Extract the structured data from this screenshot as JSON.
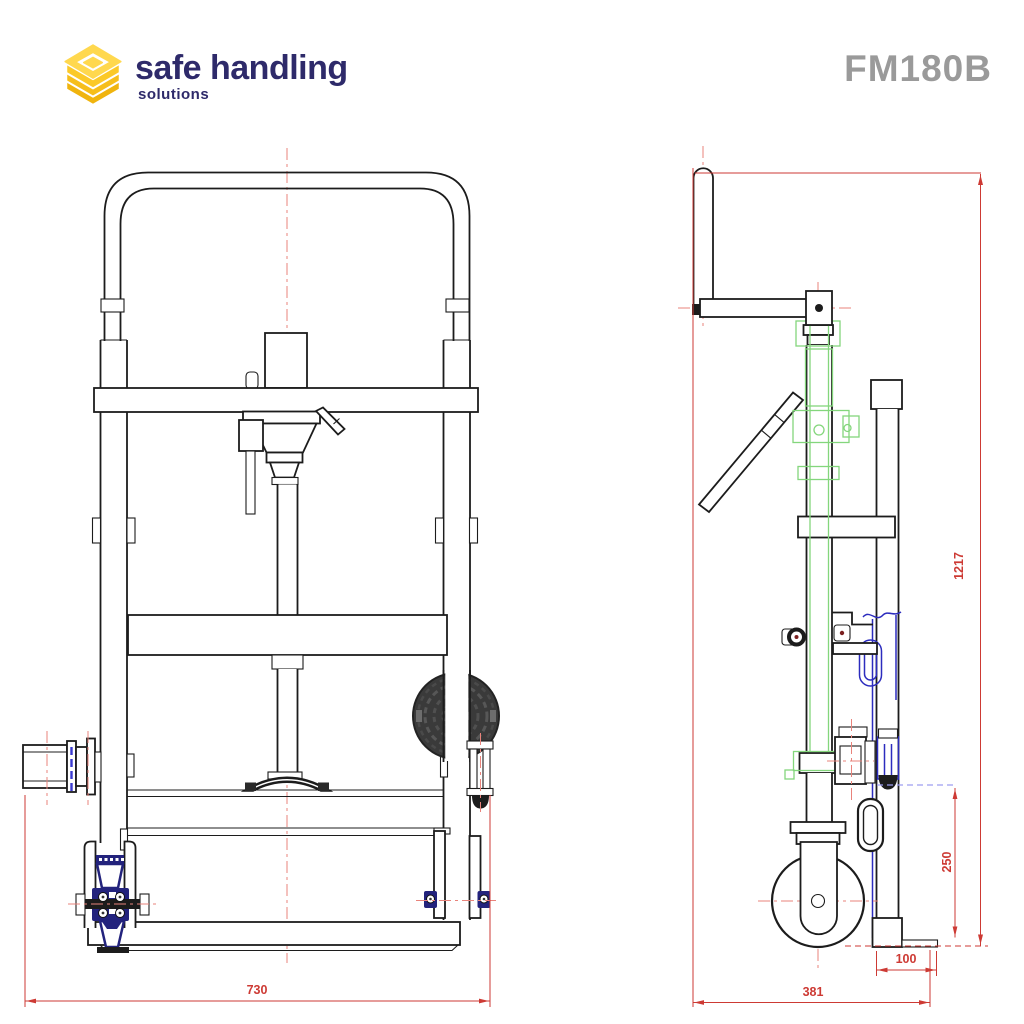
{
  "header": {
    "brand_primary": "safe handling",
    "brand_secondary": "solutions",
    "brand_text_color": "#2E2A6A",
    "brand_icon_color": "#F6BE1B",
    "model_code": "FM180B",
    "model_color": "#9A9A9A"
  },
  "dims": {
    "front_width": "730",
    "overall_height": "1217",
    "axle_height": "250",
    "foot_depth": "100",
    "overall_depth": "381"
  },
  "colors": {
    "line_black": "#1C1C1C",
    "dimension_red": "#CD3A34",
    "centerline_red": "#E9837B",
    "hidden_green": "#84D67C",
    "component_blue": "#2C2CBE",
    "castor_navy": "#23237D",
    "wheel_dark": "#3A3A3A",
    "background": "#FFFFFF"
  }
}
